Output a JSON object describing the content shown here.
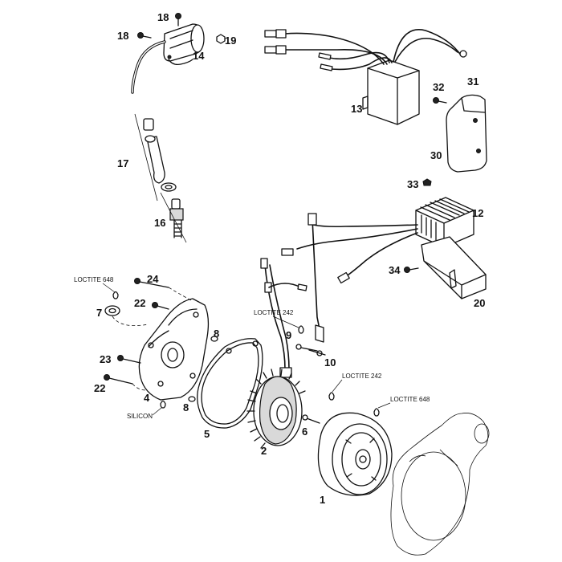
{
  "callouts": {
    "c1": "1",
    "c2": "2",
    "c4": "4",
    "c5": "5",
    "c6": "6",
    "c7": "7",
    "c8a": "8",
    "c8b": "8",
    "c9": "9",
    "c10": "10",
    "c12": "12",
    "c13": "13",
    "c14": "14",
    "c16": "16",
    "c17": "17",
    "c18a": "18",
    "c18b": "18",
    "c19": "19",
    "c20": "20",
    "c22a": "22",
    "c22b": "22",
    "c23": "23",
    "c24": "24",
    "c30": "30",
    "c31": "31",
    "c32": "32",
    "c33": "33",
    "c34": "34"
  },
  "notes": {
    "loctite648_left": "LOCTITE 648",
    "loctite242_top": "LOCTITE 242",
    "loctite242_right": "LOCTITE 242",
    "loctite648_right": "LOCTITE 648",
    "silicon": "SILICON"
  }
}
